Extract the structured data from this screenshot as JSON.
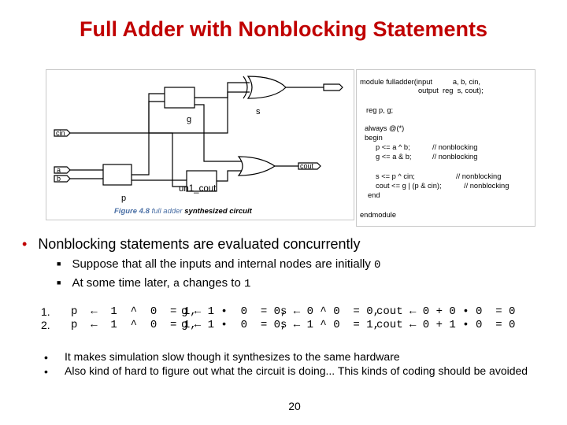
{
  "title": "Full Adder with Nonblocking Statements",
  "schematic": {
    "labels": {
      "cin": "cin",
      "a": "a",
      "b": "b",
      "g": "g",
      "s": "s",
      "p": "p",
      "cout": "cout",
      "un1_cout": "un1_cout"
    },
    "caption_figure": "Figure 4.8",
    "caption_text": " full adder ",
    "caption_emph": "synthesized circuit"
  },
  "code": {
    "line1": "module fulladder(input          a, b, cin,",
    "line2": "output  reg  s, cout);",
    "line3": "reg p, g;",
    "line4": "always @(*)",
    "line5": "begin",
    "line6a": "p <= a ^ b;",
    "line6b": "// nonblocking",
    "line7a": "g <= a & b;",
    "line7b": "// nonblocking",
    "line8a": "s <= p ^ cin;",
    "line8b": "// nonblocking",
    "line9a": "cout <= g | (p & cin);",
    "line9b": "// nonblocking",
    "line10": "end",
    "line11": "endmodule"
  },
  "bullet_main": "Nonblocking statements are evaluated concurrently",
  "sub1_text": "Suppose that all the inputs and internal nodes are initially ",
  "sub1_val": "0",
  "sub2_text": "At some time later, ",
  "sub2_var": "a",
  "sub2_mid": " changes to ",
  "sub2_val": "1",
  "steps": [
    {
      "num": "1.",
      "p": "p  ←  1  ^  0  = 1,",
      "g": "g ← 1 •  0  = 0,",
      "s": "s ← 0 ^ 0  = 0,",
      "cout": "cout ← 0 + 0 • 0  = 0"
    },
    {
      "num": "2.",
      "p": "p  ←  1  ^  0  = 1,",
      "g": "g ← 1 •  0  = 0,",
      "s": "s ← 1 ^ 0  = 1,",
      "cout": "cout ← 0 + 1 • 0  = 0"
    }
  ],
  "notes": [
    "It makes simulation slow though it synthesizes to the same hardware",
    "Also kind of hard to figure out what the circuit is doing... This kinds of coding should be avoided"
  ],
  "page_number": "20",
  "colors": {
    "title": "#c00000",
    "caption": "#4a6fa5",
    "bullet": "#c00000"
  }
}
